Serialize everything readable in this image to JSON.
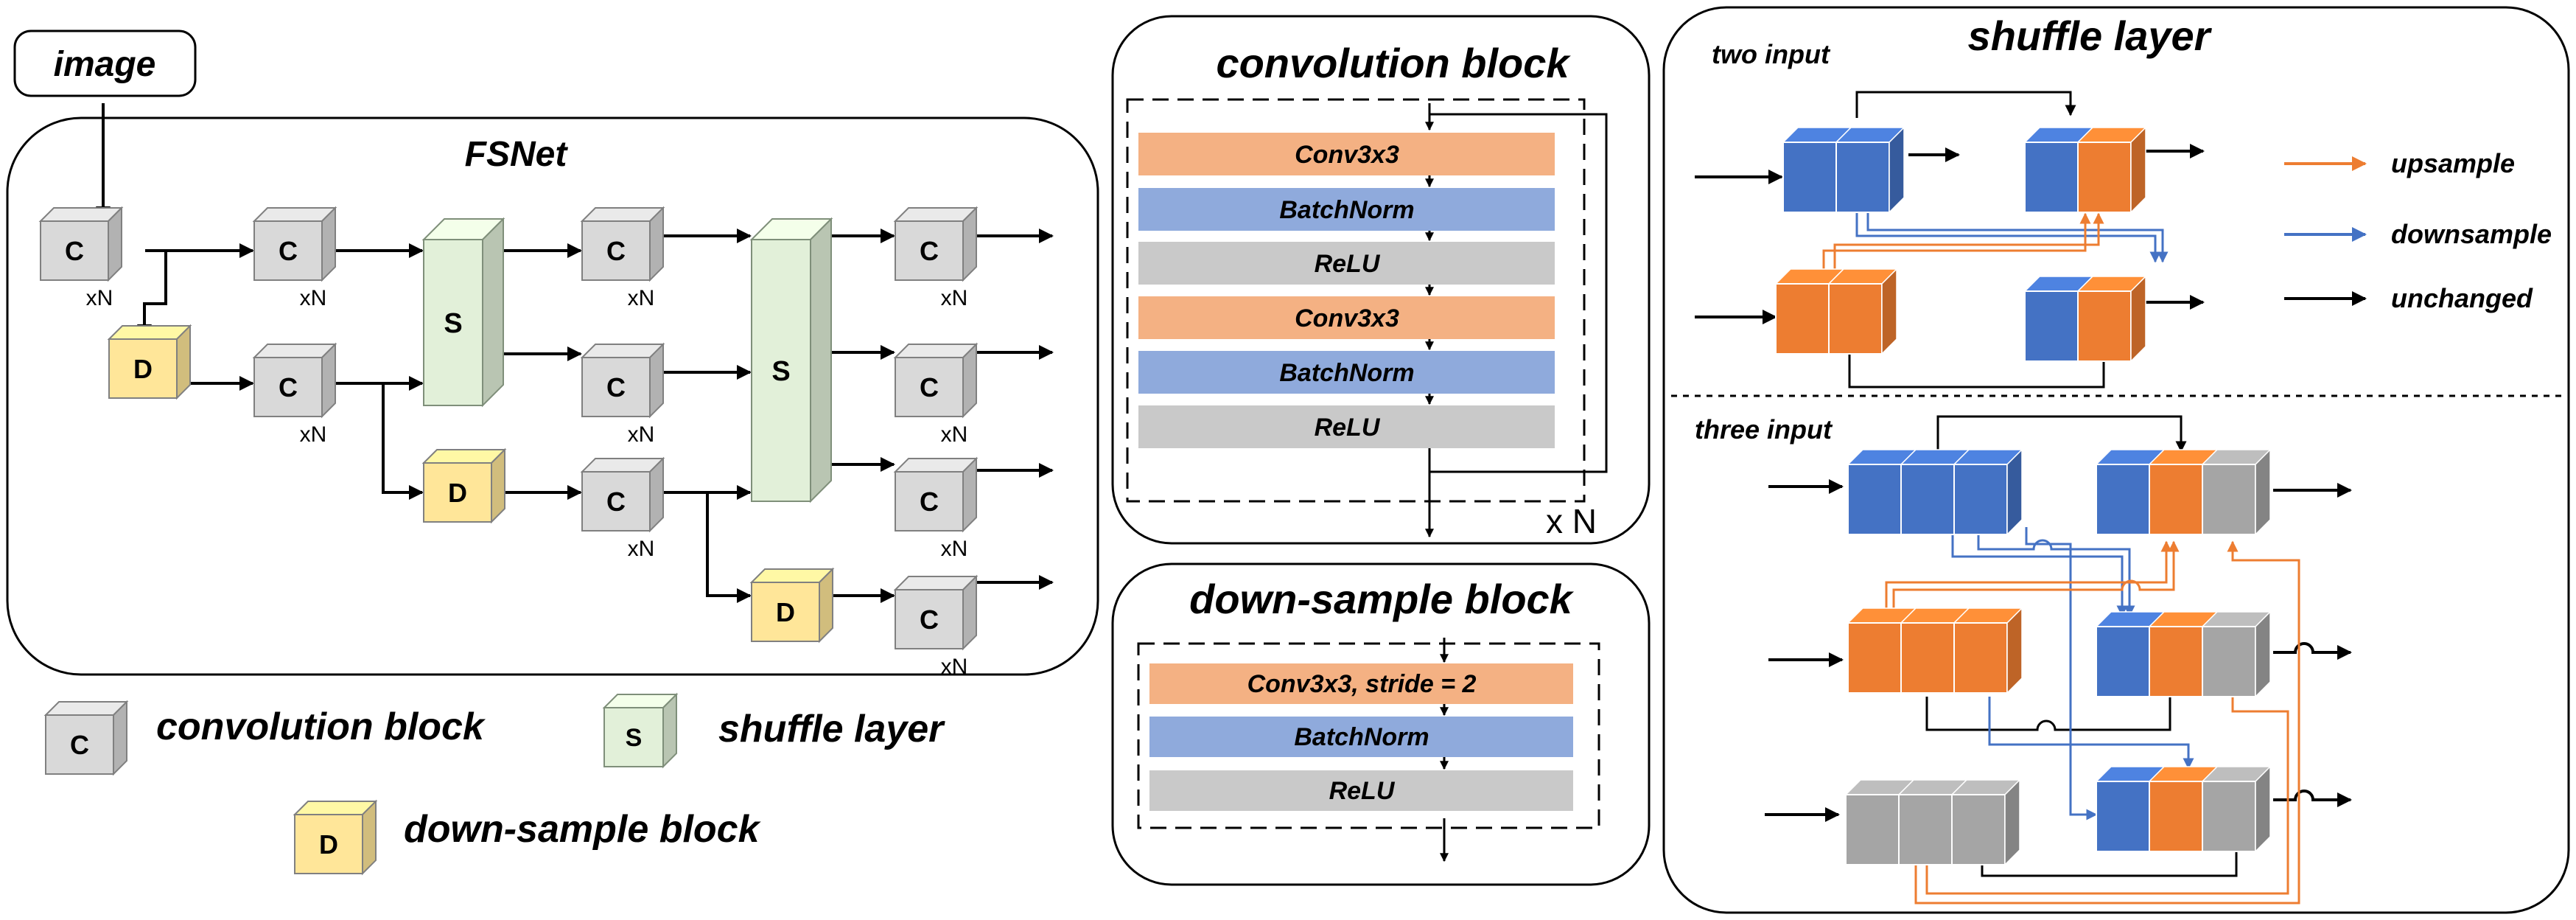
{
  "fsnet": {
    "input_label": "image",
    "title": "FSNet",
    "conv_letter": "C",
    "down_letter": "D",
    "shuffle_letter": "S",
    "repeat_mark": "xN"
  },
  "legend": {
    "conv_label": "convolution block",
    "shuffle_label": "shuffle layer",
    "down_label": "down-sample block"
  },
  "conv_block": {
    "title": "convolution block",
    "layers": [
      "Conv3x3",
      "BatchNorm",
      "ReLU",
      "Conv3x3",
      "BatchNorm",
      "ReLU"
    ],
    "repeat_mark": "x N"
  },
  "down_block": {
    "title": "down-sample block",
    "layers": [
      "Conv3x3, stride = 2",
      "BatchNorm",
      "ReLU"
    ]
  },
  "shuffle": {
    "title": "shuffle layer",
    "two_input_label": "two input",
    "three_input_label": "three input",
    "legend": [
      {
        "label": "upsample",
        "color": "#ED7D31"
      },
      {
        "label": "downsample",
        "color": "#4472C4"
      },
      {
        "label": "unchanged",
        "color": "#000000"
      }
    ]
  },
  "colors": {
    "conv_fill": "#D9D9D9",
    "down_fill": "#FFE699",
    "shuffle_fill": "#E2F0D9",
    "blue": "#4472C4",
    "orange": "#ED7D31",
    "gray": "#A5A5A5",
    "layer_conv": "#F4B183",
    "layer_bn": "#8FAADC",
    "layer_relu": "#C9C9C9"
  }
}
